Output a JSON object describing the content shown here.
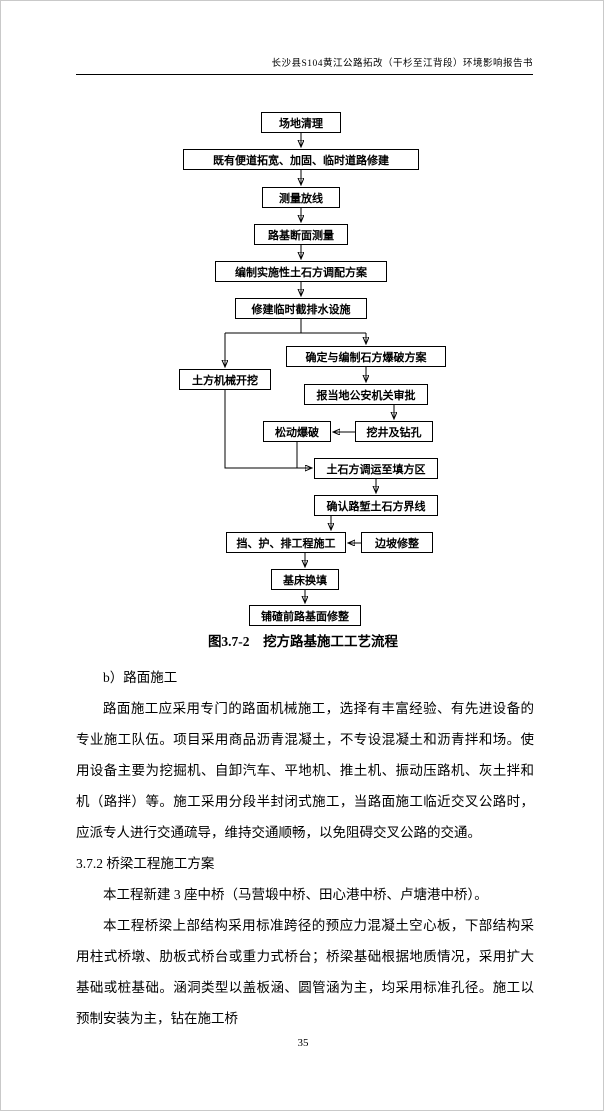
{
  "page": {
    "header": "长沙县S104黄江公路拓改（干杉至江背段）环境影响报告书",
    "page_number": "35"
  },
  "flowchart": {
    "caption_label": "图3.7-2",
    "caption_title": "挖方路基施工工艺流程",
    "nodes": [
      {
        "label": "场地清理"
      },
      {
        "label": "既有便道拓宽、加固、临时道路修建"
      },
      {
        "label": "测量放线"
      },
      {
        "label": "路基断面测量"
      },
      {
        "label": "编制实施性土石方调配方案"
      },
      {
        "label": "修建临时截排水设施"
      },
      {
        "label": "土方机械开挖"
      },
      {
        "label": "确定与编制石方爆破方案"
      },
      {
        "label": "报当地公安机关审批"
      },
      {
        "label": "松动爆破"
      },
      {
        "label": "挖井及钻孔"
      },
      {
        "label": "土石方调运至填方区"
      },
      {
        "label": "确认路堑土石方界线"
      },
      {
        "label": "挡、护、排工程施工"
      },
      {
        "label": "边坡修整"
      },
      {
        "label": "基床换填"
      },
      {
        "label": "铺碴前路基面修整"
      }
    ]
  },
  "body": {
    "sub_heading_b": "b）路面施工",
    "para_pavement": "路面施工应采用专门的路面机械施工，选择有丰富经验、有先进设备的专业施工队伍。项目采用商品沥青混凝土，不专设混凝土和沥青拌和场。使用设备主要为挖掘机、自卸汽车、平地机、推土机、振动压路机、灰土拌和机（路拌）等。施工采用分段半封闭式施工，当路面施工临近交叉公路时，应派专人进行交通疏导，维持交通顺畅，以免阻碍交叉公路的交通。",
    "heading_372": "3.7.2 桥梁工程施工方案",
    "para_bridges": "本工程新建 3 座中桥（马营塅中桥、田心港中桥、卢塘港中桥）。",
    "para_structure": "本工程桥梁上部结构采用标准跨径的预应力混凝土空心板，下部结构采用柱式桥墩、肋板式桥台或重力式桥台；桥梁基础根据地质情况，采用扩大基础或桩基础。涵洞类型以盖板涵、圆管涵为主，均采用标准孔径。施工以预制安装为主，钻在施工桥"
  }
}
